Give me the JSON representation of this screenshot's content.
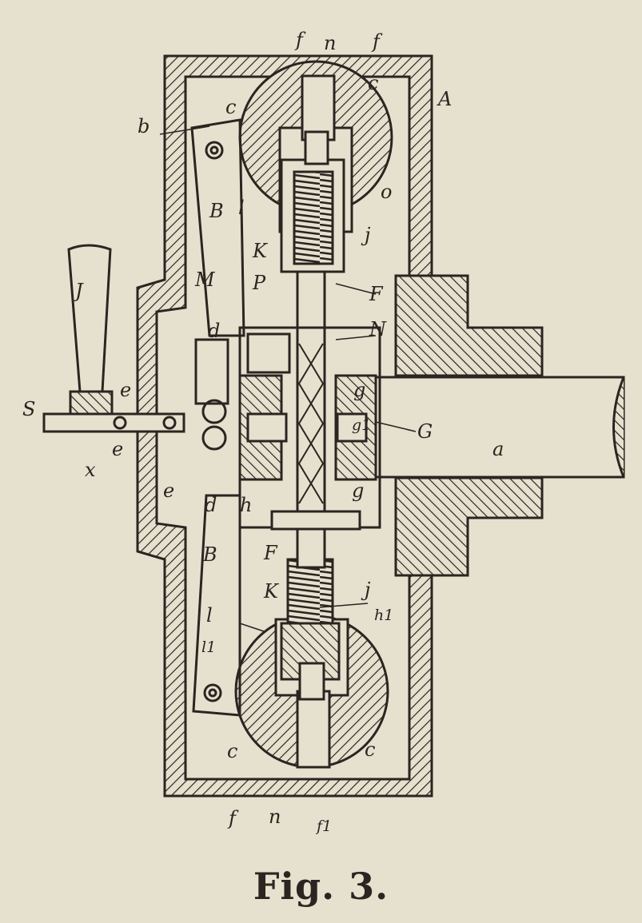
{
  "figure": {
    "caption": "Fig. 3.",
    "labels": {
      "f_top_left": "f",
      "n_top": "n",
      "f_top_right": "f",
      "c_top_right": "c",
      "A_top": "A",
      "b_top": "b",
      "c_top_left": "c",
      "o_top": "o",
      "B_top": "B",
      "l_top": "l",
      "j_top": "j",
      "K_top": "K",
      "M_mid": "M",
      "P_mid": "P",
      "F_top": "F",
      "J_handle": "J",
      "d_top": "d",
      "N_mid": "N",
      "g_mid": "g",
      "S_left": "S",
      "e_left_top": "e",
      "e_left_2": "e",
      "G_right": "G",
      "g1_mid": "g1",
      "a_shaft": "a",
      "x_left": "x",
      "e_left_bottom": "e",
      "h_mid": "h",
      "g_low": "g",
      "d_bottom": "d",
      "B_bottom": "B",
      "F_bottom": "F",
      "K_bottom": "K",
      "j_bottom": "j",
      "l_bottom": "l",
      "h1_bottom": "h1",
      "l1_bottom": "l1",
      "c_bottom_left": "c",
      "c_bottom_right": "c",
      "f_bottom_left": "f",
      "n_bottom": "n",
      "f1_bottom": "f1"
    }
  }
}
